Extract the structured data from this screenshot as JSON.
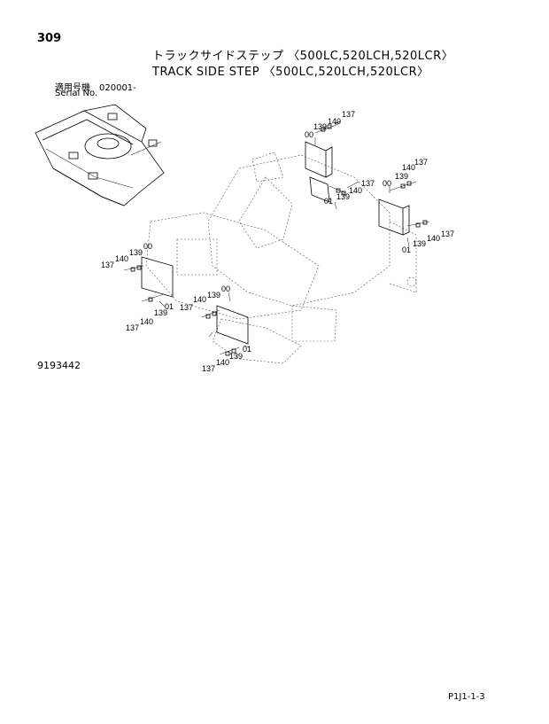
{
  "page": {
    "number": "309",
    "title_jp": "トラックサイドステップ 〈500LC,520LCH,520LCR〉",
    "title_en": "TRACK SIDE STEP 〈500LC,520LCH,520LCR〉",
    "serial_jp": "適用号機　020001-",
    "serial_label": "Serial No.",
    "drawing_number": "9193442",
    "footer_code": "P1J1-1-3"
  },
  "callouts": {
    "c00": "00",
    "c01": "01",
    "c137": "137",
    "c139": "139",
    "c140": "140"
  }
}
